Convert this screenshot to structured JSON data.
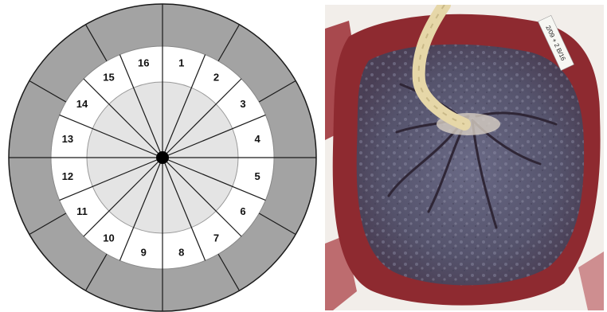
{
  "diagram": {
    "segment_labels": [
      "1",
      "2",
      "3",
      "4",
      "5",
      "6",
      "7",
      "8",
      "9",
      "10",
      "11",
      "12",
      "13",
      "14",
      "15",
      "16"
    ],
    "colors": {
      "outer_ring": "#a3a3a3",
      "middle_ring": "#ffffff",
      "inner_disc": "#e4e4e4",
      "lines": "#1a1a1a",
      "center_dot": "#000000"
    }
  },
  "photo": {
    "label_tag": "2/09 + 2 B/16",
    "colors": {
      "background": "#f2eeea",
      "tissue_rim": "#8e2a30",
      "surface": "#5a5872",
      "cord": "#e6d7a8"
    }
  }
}
